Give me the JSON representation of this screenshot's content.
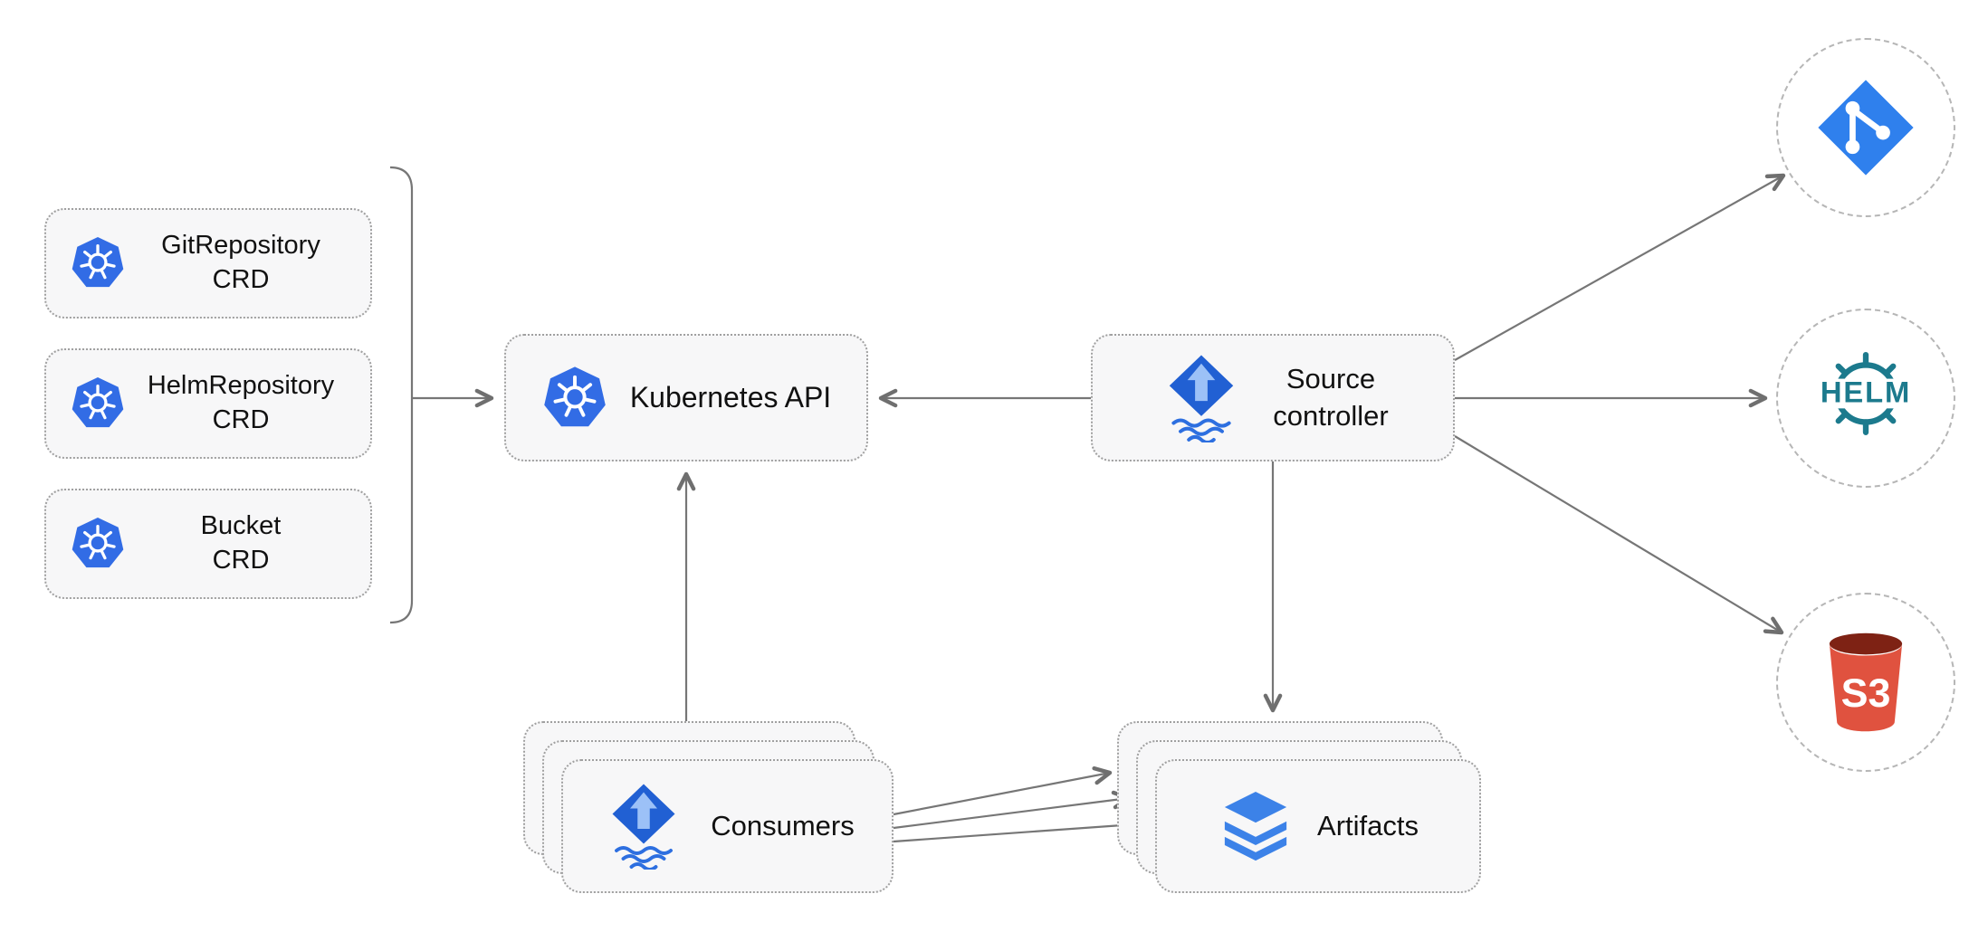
{
  "nodes": {
    "crds": [
      {
        "id": "gitrepository-crd",
        "icon": "kubernetes-icon",
        "line1": "GitRepository",
        "line2": "CRD"
      },
      {
        "id": "helmrepository-crd",
        "icon": "kubernetes-icon",
        "line1": "HelmRepository",
        "line2": "CRD"
      },
      {
        "id": "bucket-crd",
        "icon": "kubernetes-icon",
        "line1": "Bucket",
        "line2": "CRD"
      }
    ],
    "kubernetes_api": {
      "icon": "kubernetes-icon",
      "label": "Kubernetes API"
    },
    "source_controller": {
      "icon": "flux-icon",
      "line1": "Source",
      "line2": "controller"
    },
    "consumers": {
      "icon": "flux-icon",
      "label": "Consumers",
      "stacked": true
    },
    "artifacts": {
      "icon": "layers-icon",
      "label": "Artifacts",
      "stacked": true
    },
    "external_sources": [
      {
        "id": "git",
        "icon": "git-icon",
        "label": ""
      },
      {
        "id": "helm",
        "icon": "helm-icon",
        "label": "HELM"
      },
      {
        "id": "s3",
        "icon": "s3-icon",
        "label": "S3"
      }
    ]
  },
  "edges": [
    {
      "from": "crds-group",
      "to": "kubernetes-api"
    },
    {
      "from": "source-controller",
      "to": "kubernetes-api"
    },
    {
      "from": "consumers",
      "to": "kubernetes-api"
    },
    {
      "from": "source-controller",
      "to": "artifacts"
    },
    {
      "from": "source-controller",
      "to": "git"
    },
    {
      "from": "source-controller",
      "to": "helm"
    },
    {
      "from": "source-controller",
      "to": "s3"
    },
    {
      "from": "consumers",
      "to": "artifacts"
    },
    {
      "from": "consumers",
      "to": "artifacts"
    },
    {
      "from": "consumers",
      "to": "artifacts"
    }
  ],
  "colors": {
    "kubernetes_blue": "#326CE5",
    "flux_blue": "#2160D3",
    "flux_light_blue": "#9CC1F7",
    "git_blue": "#2F80ED",
    "helm_teal": "#1C7A8D",
    "s3_red": "#E0523F",
    "s3_dark_red": "#7E2214",
    "layers_blue": "#3C82E8",
    "node_fill": "#f7f7f8",
    "node_border": "#a0a0a0",
    "arrow": "#6f6f6f"
  }
}
